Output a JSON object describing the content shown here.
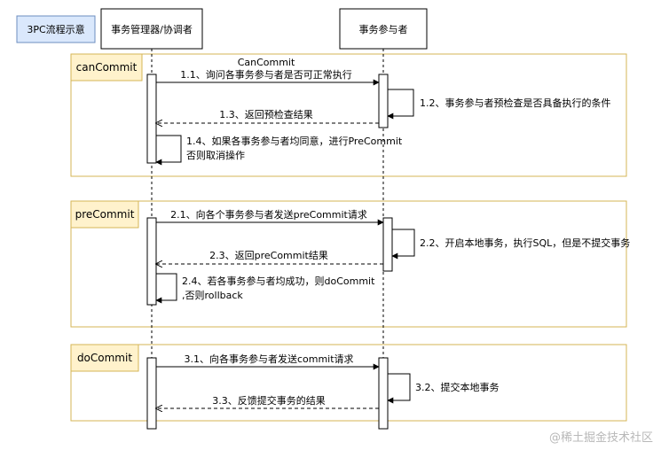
{
  "title_box": "3PC流程示意",
  "actors": {
    "coordinator": "事务管理器/协调者",
    "participant": "事务参与者"
  },
  "phases": [
    {
      "tag": "canCommit",
      "frame_title": "CanCommit",
      "messages": [
        {
          "text": "1.1、询问各事务参与者是否可正常执行",
          "kind": "request"
        },
        {
          "text": "1.2、事务参与者预检查是否具备执行的条件",
          "kind": "self"
        },
        {
          "text": "1.3、返回预检查结果",
          "kind": "return"
        },
        {
          "text": "1.4、如果各事务参与者均同意，进行PreCommit",
          "text2": "否则取消操作",
          "kind": "self"
        }
      ]
    },
    {
      "tag": "preCommit",
      "messages": [
        {
          "text": "2.1、向各个事务参与者发送preCommit请求",
          "kind": "request"
        },
        {
          "text": "2.2、开启本地事务，执行SQL，但是不提交事务",
          "kind": "self"
        },
        {
          "text": "2.3、返回preCommit结果",
          "kind": "return"
        },
        {
          "text": "2.4、若各事务参与者均成功，则doCommit",
          "text2": ",否则rollback",
          "kind": "self"
        }
      ]
    },
    {
      "tag": "doCommit",
      "messages": [
        {
          "text": "3.1、向各事务参与者发送commit请求",
          "kind": "request"
        },
        {
          "text": "3.2、提交本地事务",
          "kind": "self"
        },
        {
          "text": "3.3、反馈提交事务的结果",
          "kind": "return"
        }
      ]
    }
  ],
  "watermark": "@稀土掘金技术社区",
  "colors": {
    "title_fill": "#dae8fc",
    "title_stroke": "#6c8ebf",
    "phase_fill": "#fff2cc",
    "phase_stroke": "#d6b656",
    "line": "#000000"
  }
}
